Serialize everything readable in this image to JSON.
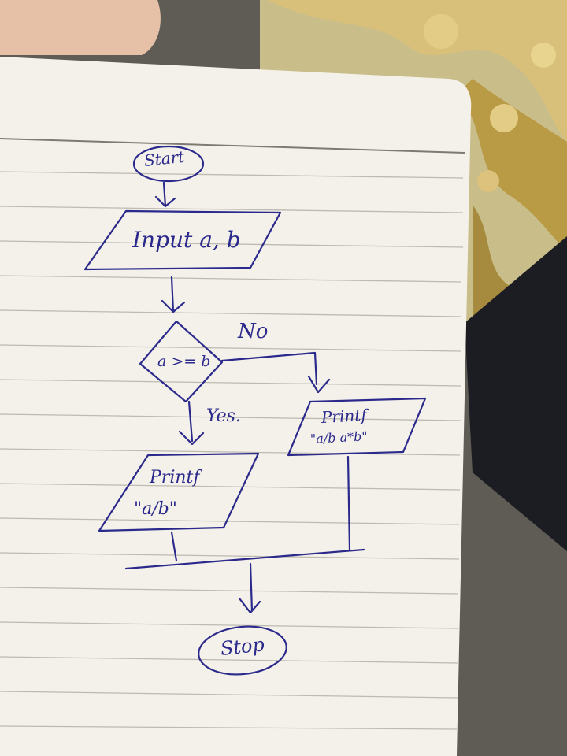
{
  "flowchart": {
    "start_label": "Start",
    "input_label": "Input a, b",
    "decision_label": "a >= b",
    "no_label": "No",
    "yes_label": "Yes.",
    "print_no_line1": "Printf",
    "print_no_line2": "\"a/b a*b\"",
    "print_yes_line1": "Printf",
    "print_yes_line2": "\"a/b\"",
    "stop_label": "Stop"
  },
  "colors": {
    "ink": "#2b2a8c",
    "paper": "#f4f1ea",
    "rule": "#b9b6ae"
  }
}
